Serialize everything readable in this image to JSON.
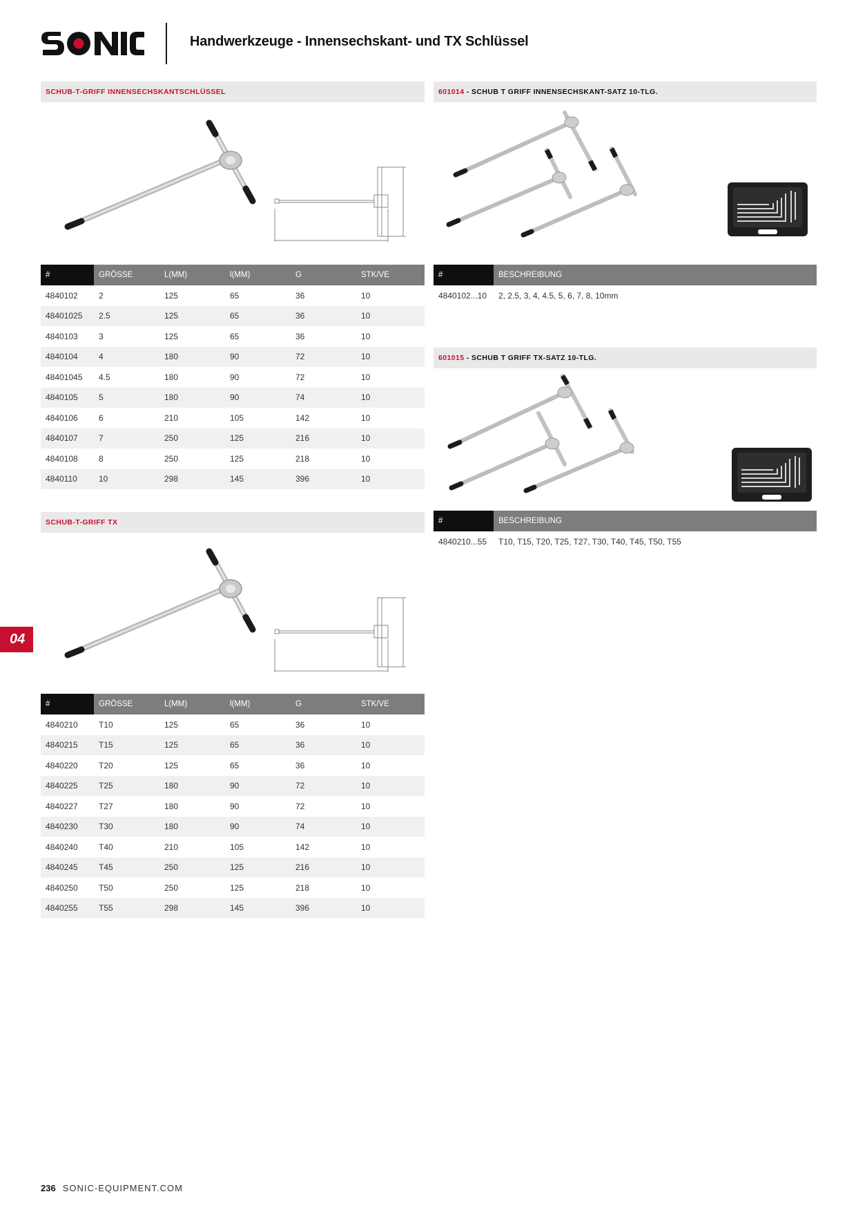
{
  "header": {
    "brand": "SONIC",
    "title": "Handwerkzeuge - Innensechskant- und TX Schlüssel"
  },
  "chapter_tab": "04",
  "section_hex": {
    "title": "SCHUB-T-GRIFF INNENSECHSKANTSCHLÜSSEL",
    "columns": [
      "#",
      "GRÖSSE",
      "L(MM)",
      "l(MM)",
      "G",
      "STK/VE"
    ],
    "rows": [
      [
        "4840102",
        "2",
        "125",
        "65",
        "36",
        "10"
      ],
      [
        "48401025",
        "2.5",
        "125",
        "65",
        "36",
        "10"
      ],
      [
        "4840103",
        "3",
        "125",
        "65",
        "36",
        "10"
      ],
      [
        "4840104",
        "4",
        "180",
        "90",
        "72",
        "10"
      ],
      [
        "48401045",
        "4.5",
        "180",
        "90",
        "72",
        "10"
      ],
      [
        "4840105",
        "5",
        "180",
        "90",
        "74",
        "10"
      ],
      [
        "4840106",
        "6",
        "210",
        "105",
        "142",
        "10"
      ],
      [
        "4840107",
        "7",
        "250",
        "125",
        "216",
        "10"
      ],
      [
        "4840108",
        "8",
        "250",
        "125",
        "218",
        "10"
      ],
      [
        "4840110",
        "10",
        "298",
        "145",
        "396",
        "10"
      ]
    ]
  },
  "section_tx": {
    "title": "SCHUB-T-GRIFF TX",
    "columns": [
      "#",
      "GRÖSSE",
      "L(MM)",
      "l(MM)",
      "G",
      "STK/VE"
    ],
    "rows": [
      [
        "4840210",
        "T10",
        "125",
        "65",
        "36",
        "10"
      ],
      [
        "4840215",
        "T15",
        "125",
        "65",
        "36",
        "10"
      ],
      [
        "4840220",
        "T20",
        "125",
        "65",
        "36",
        "10"
      ],
      [
        "4840225",
        "T25",
        "180",
        "90",
        "72",
        "10"
      ],
      [
        "4840227",
        "T27",
        "180",
        "90",
        "72",
        "10"
      ],
      [
        "4840230",
        "T30",
        "180",
        "90",
        "74",
        "10"
      ],
      [
        "4840240",
        "T40",
        "210",
        "105",
        "142",
        "10"
      ],
      [
        "4840245",
        "T45",
        "250",
        "125",
        "216",
        "10"
      ],
      [
        "4840250",
        "T50",
        "250",
        "125",
        "218",
        "10"
      ],
      [
        "4840255",
        "T55",
        "298",
        "145",
        "396",
        "10"
      ]
    ]
  },
  "set_hex": {
    "code": "601014",
    "title": " - SCHUB T GRIFF INNENSECHSKANT-SATZ 10-TLG.",
    "columns": [
      "#",
      "BESCHREIBUNG"
    ],
    "rows": [
      [
        "4840102...10",
        "2, 2.5, 3, 4, 4.5, 5, 6, 7, 8, 10mm"
      ]
    ]
  },
  "set_tx": {
    "code": "601015",
    "title": " - SCHUB T GRIFF TX-SATZ 10-TLG.",
    "columns": [
      "#",
      "BESCHREIBUNG"
    ],
    "rows": [
      [
        "4840210...55",
        "T10, T15, T20, T25, T27, T30, T40, T45, T50, T55"
      ]
    ]
  },
  "footer": {
    "page": "236",
    "site": "SONIC-EQUIPMENT.COM"
  },
  "colors": {
    "accent": "#c8102e",
    "header_dark": "#0f0f0f",
    "header_gray": "#7d7d7d",
    "bar_bg": "#e9e9e9"
  }
}
